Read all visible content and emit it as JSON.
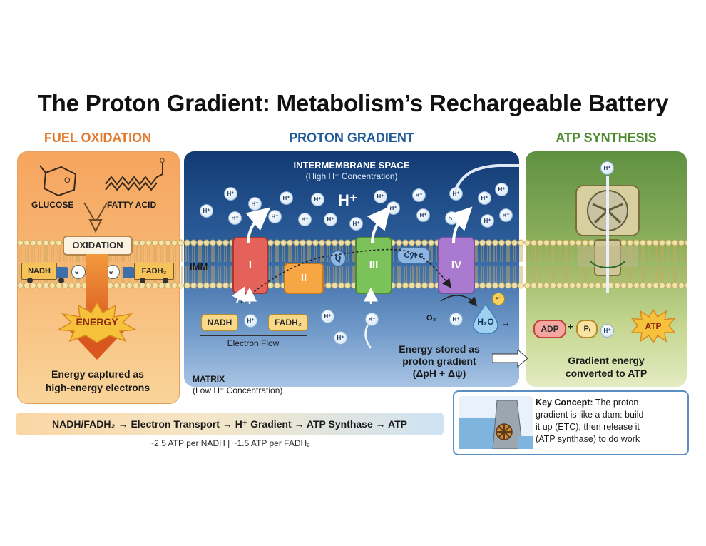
{
  "title": "The Proton Gradient: Metabolism’s Rechargeable Battery",
  "colors": {
    "fuel": "#e57a2b",
    "proton": "#1f5a96",
    "atp": "#4f8a2e",
    "complex_I": "#e4625a",
    "complex_II": "#f6a744",
    "complex_III": "#7cc25a",
    "complex_IV": "#a97ad0"
  },
  "fuel": {
    "header": "FUEL OXIDATION",
    "glucose": "GLUCOSE",
    "fatty_acid": "FATTY ACID",
    "oxidation": "OXIDATION",
    "nadh": "NADH",
    "electron": "e⁻",
    "fadh2": "FADH₂",
    "energy": "ENERGY",
    "caption_line1": "Energy captured as",
    "caption_line2": "high-energy electrons"
  },
  "proton": {
    "header": "PROTON GRADIENT",
    "ims_title": "INTERMEMBRANE SPACE",
    "ims_sub": "(High H⁺ Concentration)",
    "big_h": "H⁺",
    "h_label": "H⁺",
    "imm": "IMM",
    "complex_I": "I",
    "complex_II": "II",
    "complex_III": "III",
    "complex_IV": "IV",
    "q": "Q",
    "cytc": "Cyt c",
    "nadh": "NADH",
    "fadh2": "FADH₂",
    "electron_flow": "Electron Flow",
    "o2": "O₂",
    "e": "e⁻",
    "h2o": "H₂O",
    "stored_line1": "Energy stored as",
    "stored_line2": "proton gradient",
    "stored_line3": "(ΔpH + Δψ)",
    "matrix": "MATRIX",
    "matrix_sub": "(Low H⁺ Concentration)"
  },
  "atp": {
    "header": "ATP SYNTHESIS",
    "h": "H⁺",
    "adp": "ADP",
    "plus": "+",
    "pi": "Pᵢ",
    "atp": "ATP",
    "caption_line1": "Gradient energy",
    "caption_line2": "converted to ATP"
  },
  "summary": {
    "flow": "NADH/FADH₂ → Electron Transport → H⁺ Gradient → ATP Synthase → ATP",
    "yield": "~2.5 ATP per NADH  |  ~1.5 ATP per FADH₂"
  },
  "key_concept": {
    "label": "Key Concept:",
    "line1": "The proton",
    "line2": "gradient is like a dam: build",
    "line3": "it up (ETC), then release it",
    "line4": "(ATP synthase) to do work"
  }
}
